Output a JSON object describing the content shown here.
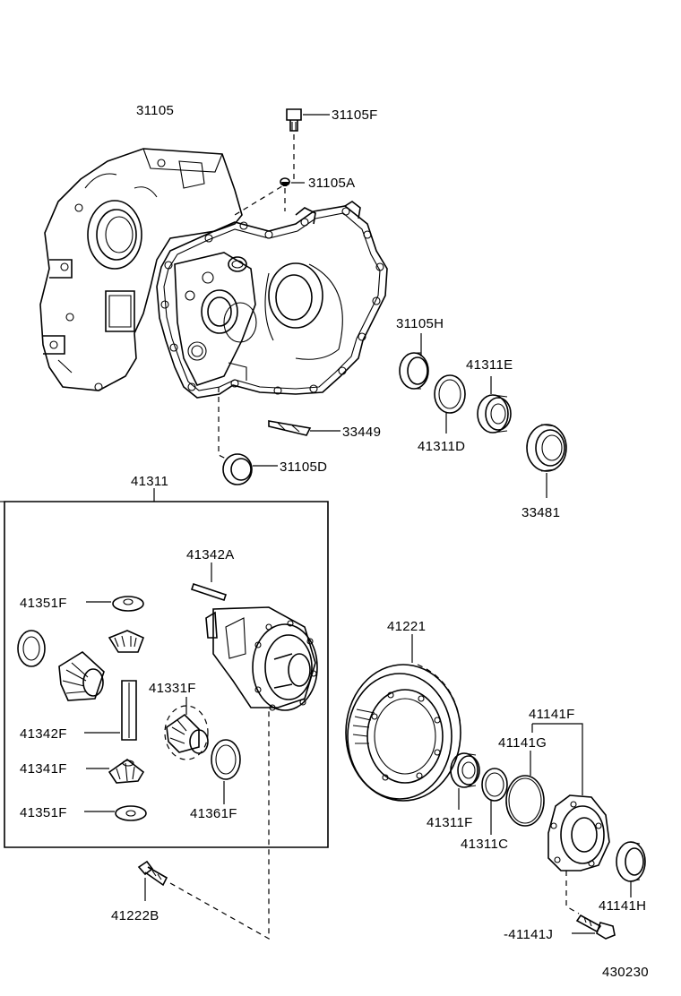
{
  "figure_id": "430230",
  "parts": {
    "case_31105": "31105",
    "bolt_31105F": "31105F",
    "plug_31105A": "31105A",
    "seal_31105H": "31105H",
    "shim_41311E": "41311E",
    "shim_41311D": "41311D",
    "seal_33481": "33481",
    "magnet_33449": "33449",
    "seal_31105D": "31105D",
    "diff_assy_41311": "41311",
    "pin_41342A": "41342A",
    "washer_41351F_top": "41351F",
    "shaft_41342F": "41342F",
    "pinion_41331F": "41331F",
    "side_gear_41341F": "41341F",
    "washer_41351F_bottom": "41351F",
    "washer_41361F": "41361F",
    "ring_gear_41221": "41221",
    "retainer_41141F": "41141F",
    "oring_41141G": "41141G",
    "bearing_41311F": "41311F",
    "shim_41311C": "41311C",
    "seal_41141H": "41141H",
    "bolt_41141J": "41141J",
    "bolt_41222B": "41222B"
  }
}
